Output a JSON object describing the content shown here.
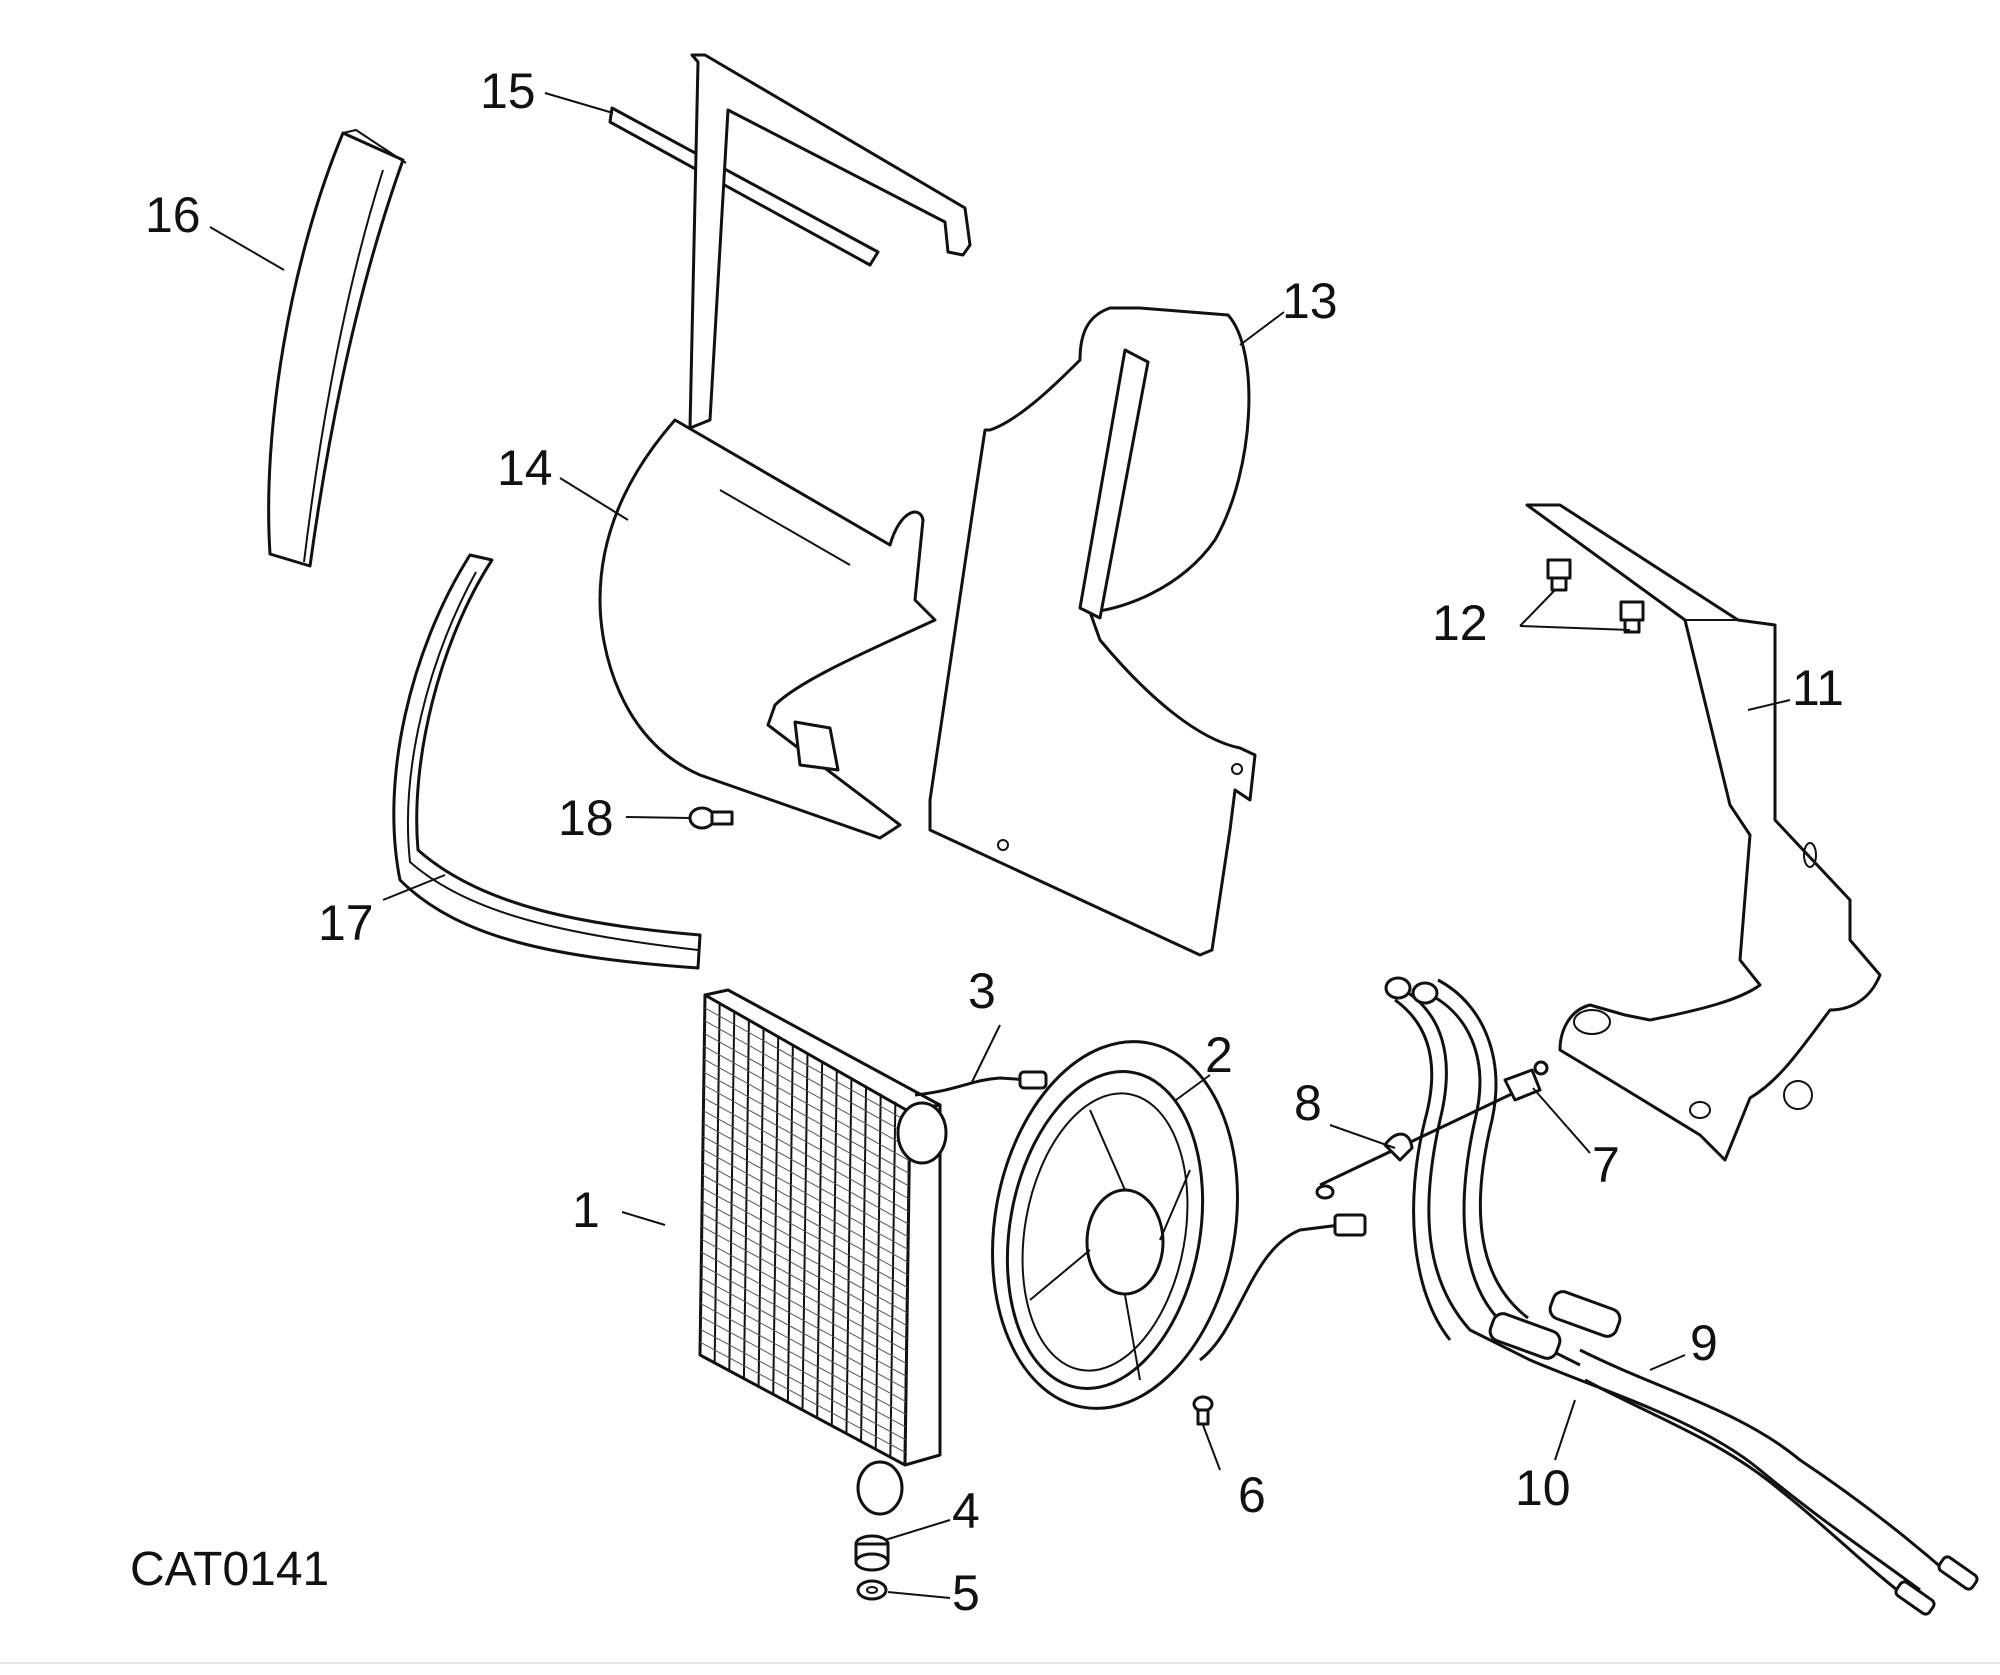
{
  "catalog_code": "CAT0141",
  "callouts": [
    "1",
    "2",
    "3",
    "4",
    "5",
    "6",
    "7",
    "8",
    "9",
    "10",
    "11",
    "12",
    "13",
    "14",
    "15",
    "16",
    "17",
    "18"
  ],
  "colors": {
    "line": "#111111",
    "fill": "#ffffff",
    "shade": "#d9d9d9"
  },
  "parts": [
    {
      "ref": "1",
      "icon": "radiator-icon"
    },
    {
      "ref": "2",
      "icon": "cooling-fan-icon"
    },
    {
      "ref": "3",
      "icon": "sensor-wire-icon"
    },
    {
      "ref": "4",
      "icon": "rubber-mount-icon"
    },
    {
      "ref": "5",
      "icon": "washer-icon"
    },
    {
      "ref": "6",
      "icon": "screw-icon"
    },
    {
      "ref": "7",
      "icon": "clip-icon"
    },
    {
      "ref": "8",
      "icon": "cable-tie-icon"
    },
    {
      "ref": "9",
      "icon": "hose-icon"
    },
    {
      "ref": "10",
      "icon": "hose-icon"
    },
    {
      "ref": "11",
      "icon": "bracket-icon"
    },
    {
      "ref": "12",
      "icon": "stud-icon"
    },
    {
      "ref": "13",
      "icon": "shroud-panel-icon"
    },
    {
      "ref": "14",
      "icon": "deflector-panel-icon"
    },
    {
      "ref": "15",
      "icon": "strip-icon"
    },
    {
      "ref": "16",
      "icon": "foam-seal-icon"
    },
    {
      "ref": "17",
      "icon": "foam-seal-curved-icon"
    },
    {
      "ref": "18",
      "icon": "push-rivet-icon"
    }
  ]
}
